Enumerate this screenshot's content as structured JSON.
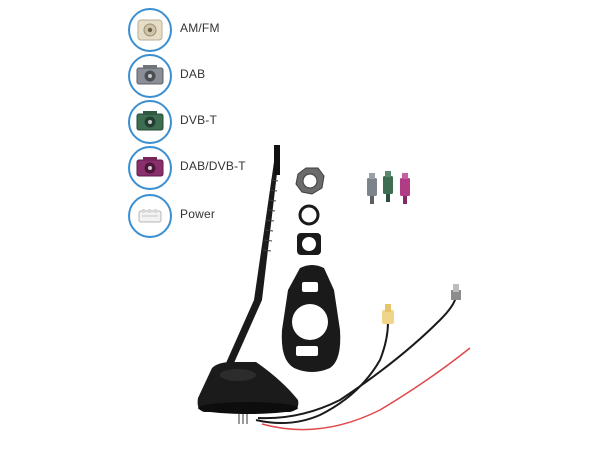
{
  "legend": {
    "items": [
      {
        "label": "AM/FM",
        "icon": "am-fm-connector-icon",
        "color": "#e6ddc8"
      },
      {
        "label": "DAB",
        "icon": "dab-connector-icon",
        "color": "#8a8f97"
      },
      {
        "label": "DVB-T",
        "icon": "dvb-t-connector-icon",
        "color": "#3d6e52"
      },
      {
        "label": "DAB/DVB-T",
        "icon": "dab-dvb-t-connector-icon",
        "color": "#8a2f6c"
      },
      {
        "label": "Power",
        "icon": "power-connector-icon",
        "color": "#ececec"
      }
    ]
  }
}
